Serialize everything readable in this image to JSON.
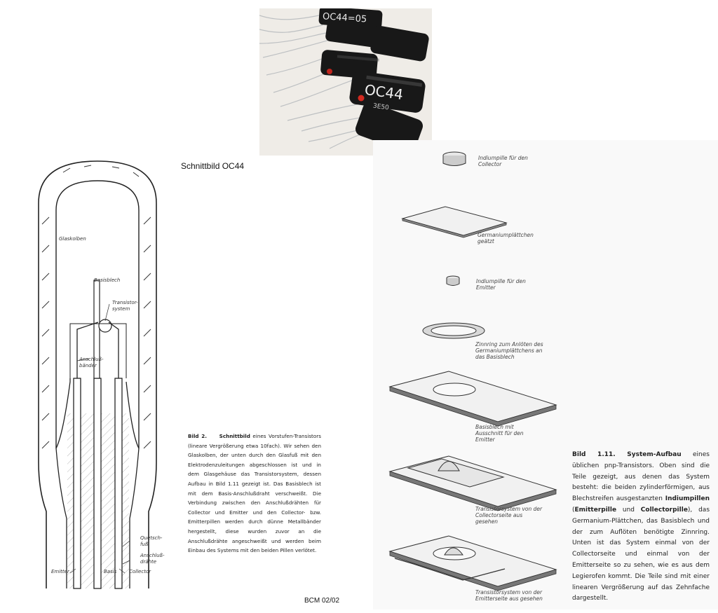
{
  "photo": {
    "label_top": "OC44=05",
    "label_mid": "OC44",
    "label_code": "3E50"
  },
  "title": "Schnittbild OC44",
  "left_labels": {
    "glaskolben": "Glaskolben",
    "basisblech": "Basisblech",
    "transistorsystem": "Transistor-system",
    "anschlussbaender": "Anschluß-bänder",
    "quetschfuss": "Quetsch-fuß",
    "anschlussdraehte": "Anschluß-drähte",
    "emitter": "Emitter",
    "basis": "Basis",
    "collector": "Collector"
  },
  "left_caption": {
    "fig": "Bild 2.",
    "bold": "Schnittbild",
    "text": " eines Vorstufen-Transistors (lineare Vergrößerung etwa 10fach). Wir sehen den Glaskolben, der unten durch den Glasfuß mit den Elektrodenzuleitungen abgeschlossen ist und in dem Glasgehäuse das Transistorsystem, dessen Aufbau in Bild 1.11 gezeigt ist. Das Basisblech ist mit dem Basis-Anschlußdraht verschweißt. Die Verbindung zwischen den Anschlußdrähten für Collector und Emitter und den Collector- bzw. Emitterpillen werden durch dünne Metallbänder hergestellt, diese wurden zuvor an die Anschlußdrähte angeschweißt und werden beim Einbau des Systems mit den beiden Pillen verlötet."
  },
  "right_labels": {
    "indium_collector": "Indiumpille für den Collector",
    "germanium": "Germaniumplättchen geätzt",
    "indium_emitter": "Indiumpille für den Emitter",
    "zinnring": "Zinnring zum Anlöten des Germaniumplättchens an das Basisblech",
    "basisblech": "Basisblech mit Ausschnitt für den Emitter",
    "sys_collector": "Transistorsystem von der Collectorseite aus gesehen",
    "sys_emitter": "Transistorsystem von der Emitterseite aus gesehen"
  },
  "right_caption": {
    "fig": "Bild 1.11. System-Aufbau",
    "part1": " eines üblichen pnp-Transistors. Oben sind die Teile gezeigt, aus denen das System besteht: die beiden zylinderförmigen, aus Blechstreifen ausgestanzten ",
    "bold1": "Indiumpillen",
    "part2": " (",
    "bold2": "Emitterpille",
    "part3": " und ",
    "bold3": "Collectorpille",
    "part4": "), das Germanium-Plättchen, das Basisblech und der zum Auflöten benötigte Zinnring. Unten ist das System einmal von der Collectorseite und einmal von der Emitterseite so zu sehen, wie es aus dem Legierofen kommt. Die Teile sind mit einer linearen Vergrößerung auf das Zehnfache dargestellt."
  },
  "footer": "BCM 02/02"
}
